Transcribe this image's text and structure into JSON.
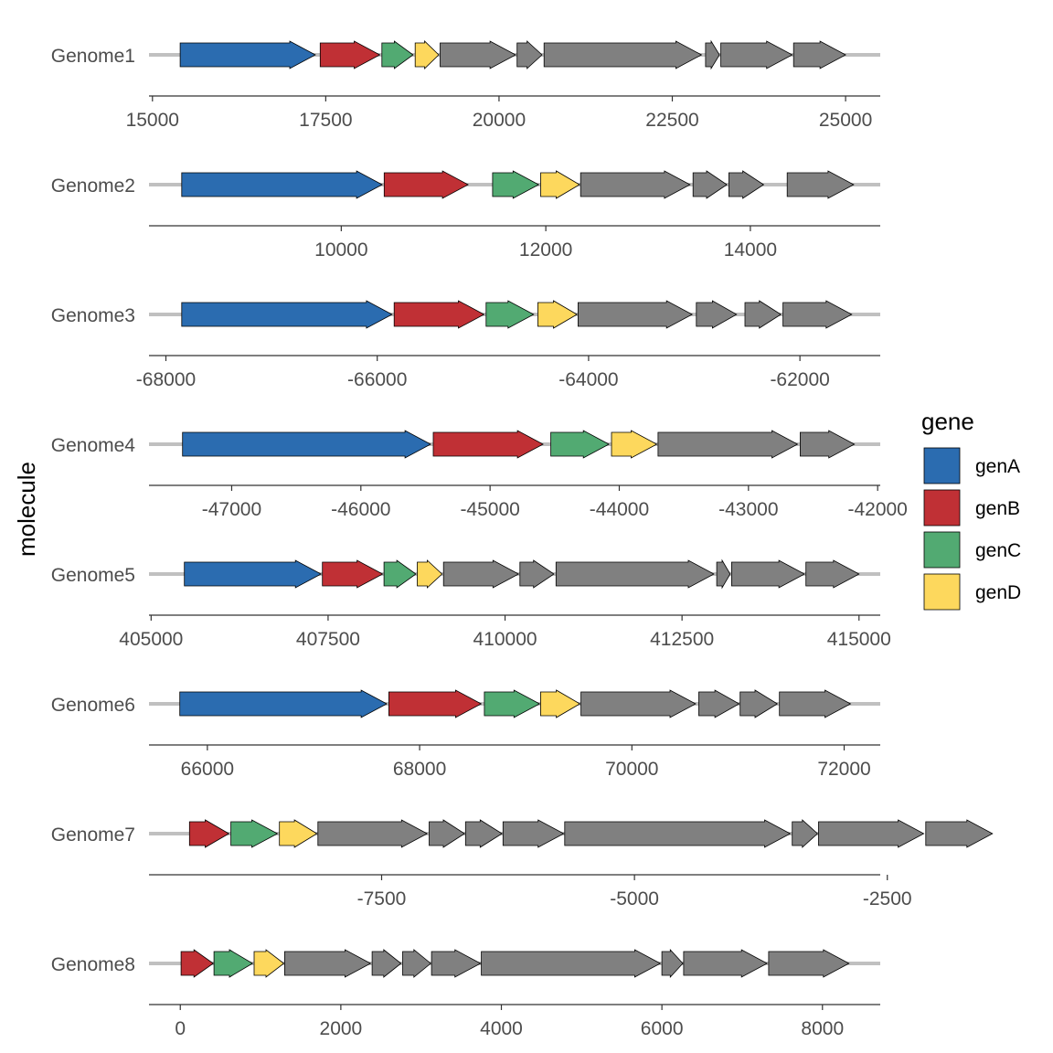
{
  "chart_data": {
    "type": "gene-arrow",
    "ylabel": "molecule",
    "legend": {
      "title": "gene",
      "position": "right",
      "entries": [
        {
          "label": "genA",
          "color": "#2B6CB0"
        },
        {
          "label": "genB",
          "color": "#C03035"
        },
        {
          "label": "genC",
          "color": "#52AA72"
        },
        {
          "label": "genD",
          "color": "#FDD85D"
        }
      ]
    },
    "other_gene_color": "#808080",
    "molecules": [
      {
        "name": "Genome1",
        "xlim": [
          14950,
          25500
        ],
        "ticks": [
          15000,
          17500,
          20000,
          22500,
          25000
        ],
        "tick_labels": [
          "15000",
          "17500",
          "20000",
          "22500",
          "25000"
        ],
        "genes": [
          {
            "start": 15400,
            "end": 17350,
            "gene": "genA"
          },
          {
            "start": 17420,
            "end": 18280,
            "gene": "genB"
          },
          {
            "start": 18310,
            "end": 18760,
            "gene": "genC"
          },
          {
            "start": 18790,
            "end": 19130,
            "gene": "genD"
          },
          {
            "start": 19150,
            "end": 20240,
            "gene": ""
          },
          {
            "start": 20260,
            "end": 20620,
            "gene": ""
          },
          {
            "start": 20650,
            "end": 22920,
            "gene": ""
          },
          {
            "start": 22980,
            "end": 23180,
            "gene": ""
          },
          {
            "start": 23200,
            "end": 24230,
            "gene": ""
          },
          {
            "start": 24250,
            "end": 25000,
            "gene": ""
          }
        ]
      },
      {
        "name": "Genome2",
        "xlim": [
          8120,
          15270
        ],
        "ticks": [
          10000,
          12000,
          14000
        ],
        "tick_labels": [
          "10000",
          "12000",
          "14000"
        ],
        "genes": [
          {
            "start": 8440,
            "end": 10400,
            "gene": "genA"
          },
          {
            "start": 10420,
            "end": 11240,
            "gene": "genB"
          },
          {
            "start": 11480,
            "end": 11930,
            "gene": "genC"
          },
          {
            "start": 11950,
            "end": 12330,
            "gene": "genD"
          },
          {
            "start": 12340,
            "end": 13410,
            "gene": ""
          },
          {
            "start": 13440,
            "end": 13770,
            "gene": ""
          },
          {
            "start": 13790,
            "end": 14130,
            "gene": ""
          },
          {
            "start": 14360,
            "end": 15010,
            "gene": ""
          }
        ]
      },
      {
        "name": "Genome3",
        "xlim": [
          -68160,
          -61240
        ],
        "ticks": [
          -68000,
          -66000,
          -64000,
          -62000
        ],
        "tick_labels": [
          "-68000",
          "-66000",
          "-64000",
          "-62000"
        ],
        "genes": [
          {
            "start": -67850,
            "end": -65860,
            "gene": "genA"
          },
          {
            "start": -65840,
            "end": -64990,
            "gene": "genB"
          },
          {
            "start": -64970,
            "end": -64520,
            "gene": "genC"
          },
          {
            "start": -64480,
            "end": -64110,
            "gene": "genD"
          },
          {
            "start": -64100,
            "end": -63020,
            "gene": ""
          },
          {
            "start": -62980,
            "end": -62600,
            "gene": ""
          },
          {
            "start": -62520,
            "end": -62180,
            "gene": ""
          },
          {
            "start": -62160,
            "end": -61510,
            "gene": ""
          }
        ]
      },
      {
        "name": "Genome4",
        "xlim": [
          -47640,
          -41980
        ],
        "ticks": [
          -47000,
          -46000,
          -45000,
          -44000,
          -43000,
          -42000
        ],
        "tick_labels": [
          "-47000",
          "-46000",
          "-45000",
          "-44000",
          "-43000",
          "-42000"
        ],
        "genes": [
          {
            "start": -47380,
            "end": -45460,
            "gene": "genA"
          },
          {
            "start": -45440,
            "end": -44590,
            "gene": "genB"
          },
          {
            "start": -44530,
            "end": -44080,
            "gene": "genC"
          },
          {
            "start": -44060,
            "end": -43710,
            "gene": "genD"
          },
          {
            "start": -43700,
            "end": -42620,
            "gene": ""
          },
          {
            "start": -42600,
            "end": -42180,
            "gene": ""
          }
        ]
      },
      {
        "name": "Genome5",
        "xlim": [
          404970,
          415300
        ],
        "ticks": [
          405000,
          407500,
          410000,
          412500,
          415000
        ],
        "tick_labels": [
          "405000",
          "407500",
          "410000",
          "412500",
          "415000"
        ],
        "genes": [
          {
            "start": 405470,
            "end": 407400,
            "gene": "genA"
          },
          {
            "start": 407420,
            "end": 408270,
            "gene": "genB"
          },
          {
            "start": 408290,
            "end": 408740,
            "gene": "genC"
          },
          {
            "start": 408760,
            "end": 409110,
            "gene": "genD"
          },
          {
            "start": 409130,
            "end": 410190,
            "gene": ""
          },
          {
            "start": 410210,
            "end": 410690,
            "gene": ""
          },
          {
            "start": 410720,
            "end": 412950,
            "gene": ""
          },
          {
            "start": 412990,
            "end": 413180,
            "gene": ""
          },
          {
            "start": 413200,
            "end": 414230,
            "gene": ""
          },
          {
            "start": 414250,
            "end": 415000,
            "gene": ""
          }
        ]
      },
      {
        "name": "Genome6",
        "xlim": [
          65450,
          72340
        ],
        "ticks": [
          66000,
          68000,
          70000,
          72000
        ],
        "tick_labels": [
          "66000",
          "68000",
          "70000",
          "72000"
        ],
        "genes": [
          {
            "start": 65740,
            "end": 67690,
            "gene": "genA"
          },
          {
            "start": 67710,
            "end": 68580,
            "gene": "genB"
          },
          {
            "start": 68610,
            "end": 69130,
            "gene": "genC"
          },
          {
            "start": 69140,
            "end": 69510,
            "gene": "genD"
          },
          {
            "start": 69520,
            "end": 70600,
            "gene": ""
          },
          {
            "start": 70630,
            "end": 71010,
            "gene": ""
          },
          {
            "start": 71020,
            "end": 71370,
            "gene": ""
          },
          {
            "start": 71390,
            "end": 72060,
            "gene": ""
          }
        ]
      },
      {
        "name": "Genome7",
        "xlim": [
          -9800,
          -2570
        ],
        "ticks": [
          -7500,
          -5000,
          -2500
        ],
        "tick_labels": [
          "-7500",
          "-5000",
          "-2500"
        ],
        "genes": [
          {
            "start": -9400,
            "end": -9010,
            "gene": "genB"
          },
          {
            "start": -8990,
            "end": -8530,
            "gene": "genC"
          },
          {
            "start": -8510,
            "end": -8140,
            "gene": "genD"
          },
          {
            "start": -8130,
            "end": -7050,
            "gene": ""
          },
          {
            "start": -7030,
            "end": -6680,
            "gene": ""
          },
          {
            "start": -6670,
            "end": -6310,
            "gene": ""
          },
          {
            "start": -6300,
            "end": -5700,
            "gene": ""
          },
          {
            "start": -5690,
            "end": -3460,
            "gene": ""
          },
          {
            "start": -3440,
            "end": -3190,
            "gene": ""
          },
          {
            "start": -3180,
            "end": -2140,
            "gene": ""
          },
          {
            "start": -2120,
            "end": -1460,
            "gene": ""
          }
        ]
      },
      {
        "name": "Genome8",
        "xlim": [
          -390,
          8720
        ],
        "ticks": [
          0,
          2000,
          4000,
          6000,
          8000
        ],
        "tick_labels": [
          "0",
          "2000",
          "4000",
          "6000",
          "8000"
        ],
        "genes": [
          {
            "start": 10,
            "end": 410,
            "gene": "genB"
          },
          {
            "start": 420,
            "end": 900,
            "gene": "genC"
          },
          {
            "start": 920,
            "end": 1290,
            "gene": "genD"
          },
          {
            "start": 1300,
            "end": 2370,
            "gene": ""
          },
          {
            "start": 2390,
            "end": 2750,
            "gene": ""
          },
          {
            "start": 2770,
            "end": 3120,
            "gene": ""
          },
          {
            "start": 3130,
            "end": 3740,
            "gene": ""
          },
          {
            "start": 3750,
            "end": 5980,
            "gene": ""
          },
          {
            "start": 6000,
            "end": 6260,
            "gene": ""
          },
          {
            "start": 6270,
            "end": 7310,
            "gene": ""
          },
          {
            "start": 7330,
            "end": 8330,
            "gene": ""
          }
        ]
      }
    ]
  }
}
